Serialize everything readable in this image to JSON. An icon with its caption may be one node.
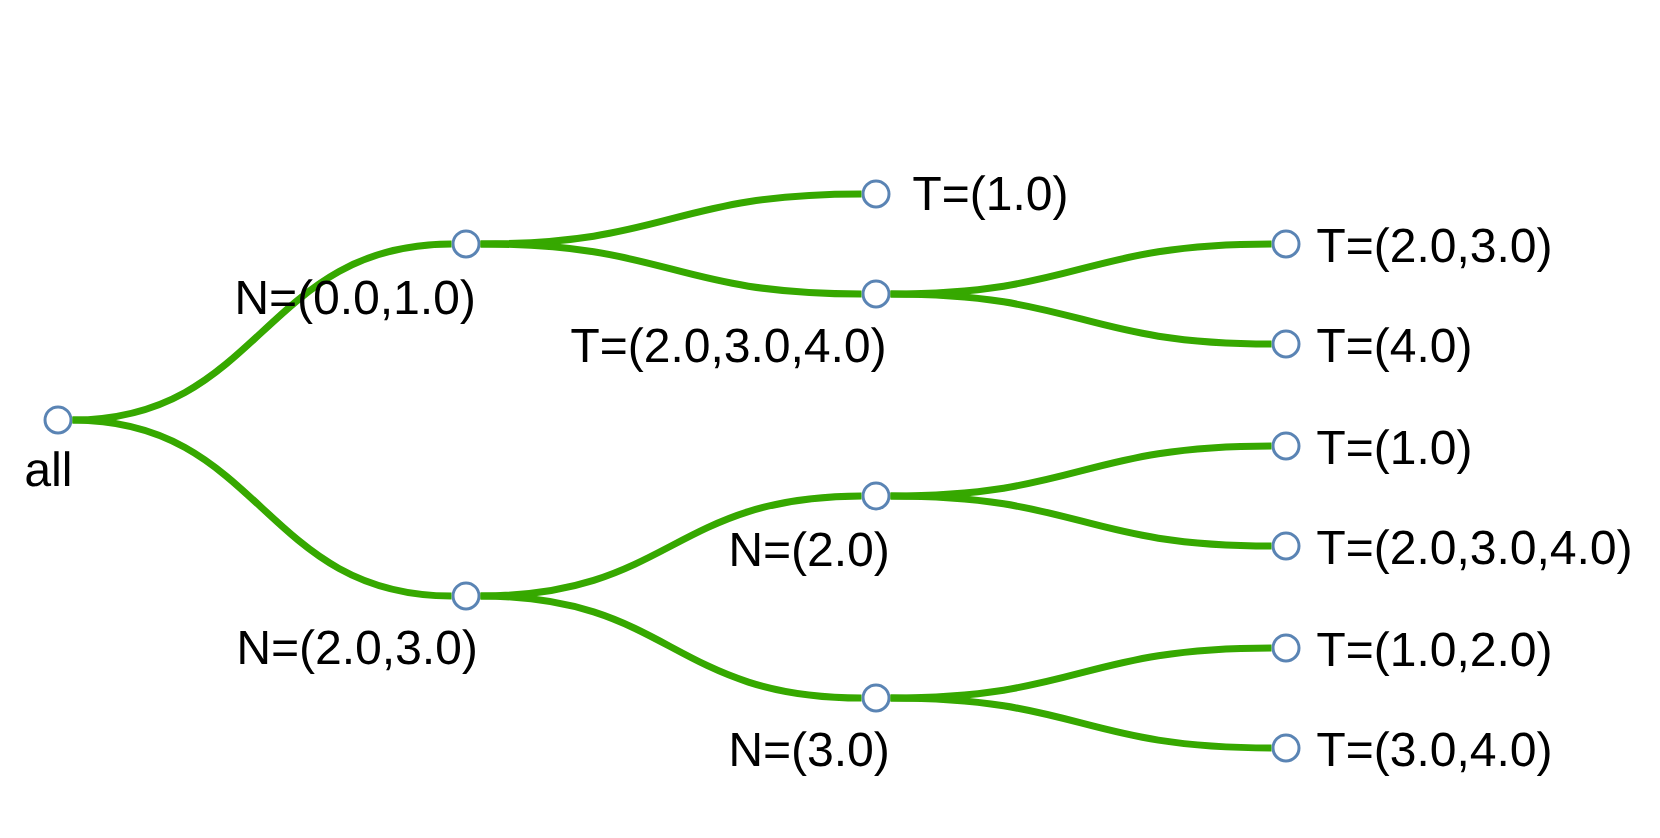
{
  "diagram": {
    "nodes": [
      {
        "text": [],
        "shape": "circle",
        "beside": [
          "all"
        ]
      },
      {
        "text": [],
        "shape": "circle",
        "beside": [
          "N=(0.0,1.0)"
        ]
      },
      {
        "text": [],
        "shape": "circle",
        "beside": [
          "N=(2.0,3.0)"
        ]
      },
      {
        "text": [],
        "shape": "circle",
        "beside": [
          "T=(1.0)"
        ]
      },
      {
        "text": [],
        "shape": "circle",
        "beside": [
          "T=(2.0,3.0,4.0)"
        ]
      },
      {
        "text": [],
        "shape": "circle",
        "beside": [
          "N=(2.0)"
        ]
      },
      {
        "text": [],
        "shape": "circle",
        "beside": [
          "N=(3.0)"
        ]
      },
      {
        "text": [],
        "shape": "circle",
        "beside": [
          "T=(2.0,3.0)"
        ]
      },
      {
        "text": [],
        "shape": "circle",
        "beside": [
          "T=(4.0)"
        ]
      },
      {
        "text": [],
        "shape": "circle",
        "beside": [
          "T=(1.0)"
        ]
      },
      {
        "text": [],
        "shape": "circle",
        "beside": [
          "T=(2.0,3.0,4.0)"
        ]
      },
      {
        "text": [],
        "shape": "circle",
        "beside": [
          "T=(1.0,2.0)"
        ]
      },
      {
        "text": [],
        "shape": "circle",
        "beside": [
          "T=(3.0,4.0)"
        ]
      }
    ],
    "edges": [
      {
        "from": 0,
        "to": 1,
        "arrow": "none"
      },
      {
        "from": 0,
        "to": 2,
        "arrow": "none"
      },
      {
        "from": 1,
        "to": 3,
        "arrow": "none"
      },
      {
        "from": 1,
        "to": 4,
        "arrow": "none"
      },
      {
        "from": 2,
        "to": 5,
        "arrow": "none"
      },
      {
        "from": 2,
        "to": 6,
        "arrow": "none"
      },
      {
        "from": 4,
        "to": 7,
        "arrow": "none"
      },
      {
        "from": 4,
        "to": 8,
        "arrow": "none"
      },
      {
        "from": 5,
        "to": 9,
        "arrow": "none"
      },
      {
        "from": 5,
        "to": 10,
        "arrow": "none"
      },
      {
        "from": 6,
        "to": 11,
        "arrow": "none"
      },
      {
        "from": 6,
        "to": 12,
        "arrow": "none"
      }
    ]
  }
}
